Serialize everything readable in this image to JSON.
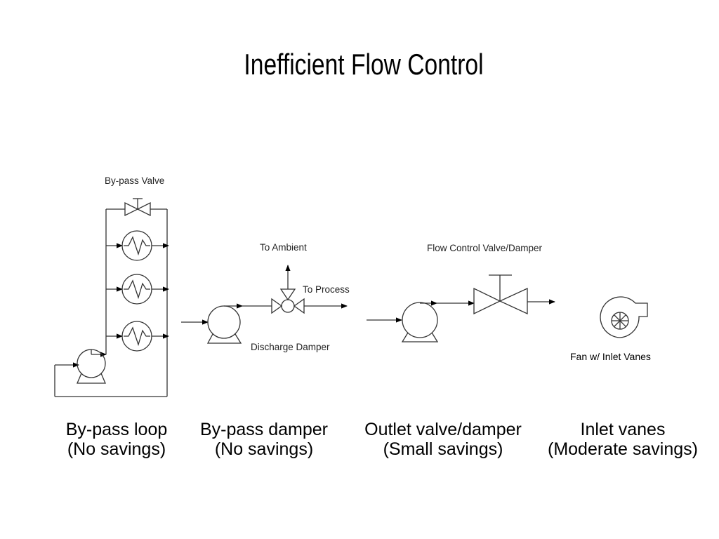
{
  "title": "Inefficient Flow Control",
  "diagram_labels": {
    "bypass_valve": "By-pass Valve",
    "to_ambient": "To Ambient",
    "to_process": "To Process",
    "discharge_damper": "Discharge Damper",
    "flow_control_valve": "Flow Control Valve/Damper",
    "fan_inlet_vanes": "Fan w/ Inlet Vanes"
  },
  "captions": [
    {
      "line1": "By-pass loop",
      "line2": "(No savings)"
    },
    {
      "line1": "By-pass damper",
      "line2": "(No savings)"
    },
    {
      "line1": "Outlet valve/damper",
      "line2": "(Small  savings)"
    },
    {
      "line1": "Inlet vanes",
      "line2": "(Moderate savings)"
    }
  ]
}
